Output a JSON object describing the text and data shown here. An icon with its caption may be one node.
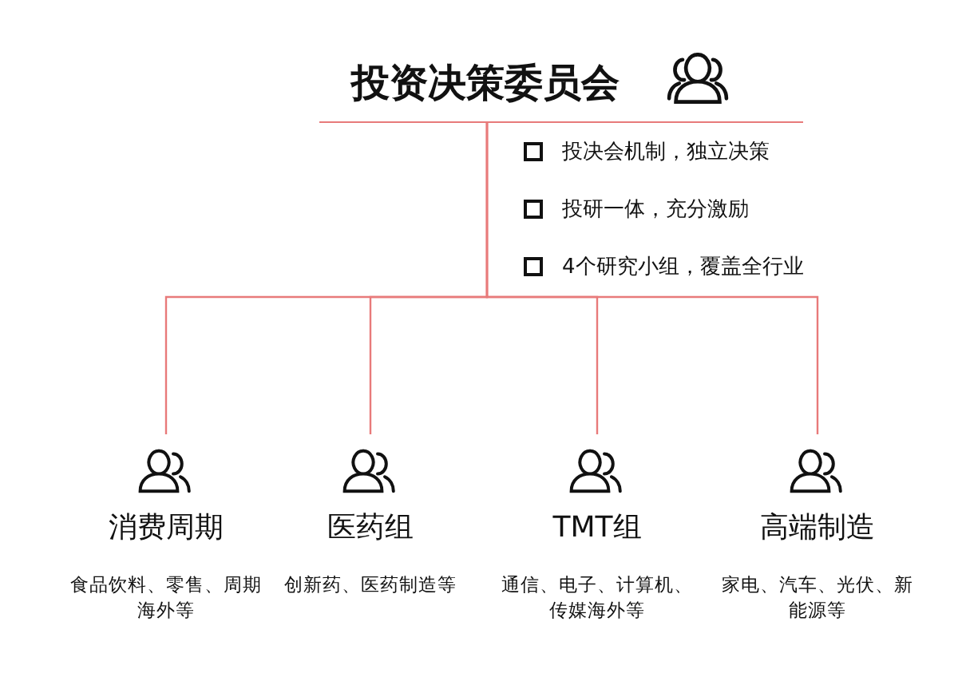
{
  "diagram": {
    "nodes": [
      {
        "text": [
          "投资决策委员会"
        ]
      },
      {
        "text": [
          "消费周期",
          "食品饮料、零售、周期海外等"
        ]
      },
      {
        "text": [
          "医药组",
          "创新药、医药制造等"
        ]
      },
      {
        "text": [
          "TMT组",
          "通信、电子、计算机、传媒海外等"
        ]
      },
      {
        "text": [
          "高端制造",
          "家电、汽车、光伏、新能源等"
        ]
      }
    ],
    "edges": [
      {
        "from": 0,
        "to": 1,
        "arrow": "none"
      },
      {
        "from": 0,
        "to": 2,
        "arrow": "none"
      },
      {
        "from": 0,
        "to": 3,
        "arrow": "none"
      },
      {
        "from": 0,
        "to": 4,
        "arrow": "none"
      }
    ],
    "labels": [
      "投决会机制，独立决策",
      "投研一体，充分激励",
      "4个研究小组，覆盖全行业"
    ]
  }
}
